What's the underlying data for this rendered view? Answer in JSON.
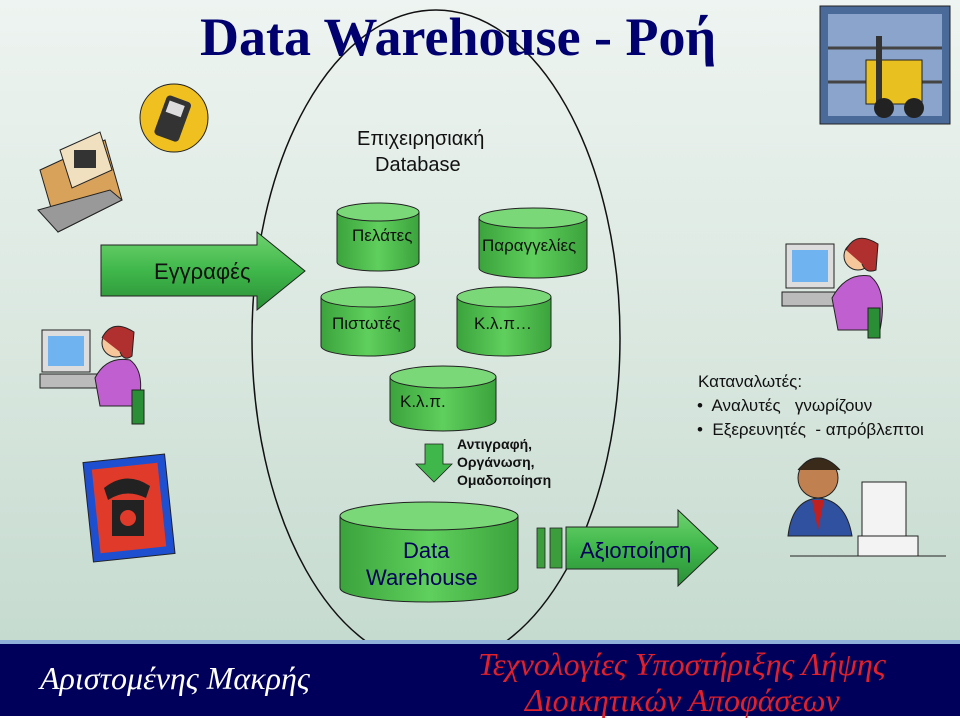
{
  "title": "Data Warehouse - Ροή",
  "diagram": {
    "db_title_line1": "Επιχειρησιακή",
    "db_title_line2": "Database",
    "entry_arrow": "Εγγραφές",
    "tables": {
      "customers": "Πελάτες",
      "orders": "Παραγγελίες",
      "creditors": "Πιστωτές",
      "etc_top": "Κ.λ.π…",
      "etc_mid": "Κ.λ.π."
    },
    "process": {
      "line1": "Αντιγραφή,",
      "line2": "Οργάνωση,",
      "line3": "Ομαδοποίηση"
    },
    "warehouse": {
      "line1": "Data",
      "line2": "Warehouse"
    },
    "exploit_arrow": "Αξιοποίηση",
    "consumers": {
      "heading": "Καταναλωτές:",
      "items": [
        "Αναλυτές   γνωρίζουν",
        "Εξερευνητές  - απρόβλεπτοι"
      ]
    }
  },
  "footer": {
    "author": "Αριστομένης Μακρής",
    "course_line1": "Τεχνολογίες Υποστήριξης Λήψης",
    "course_line2": "Διοικητικών Αποφάσεων"
  }
}
